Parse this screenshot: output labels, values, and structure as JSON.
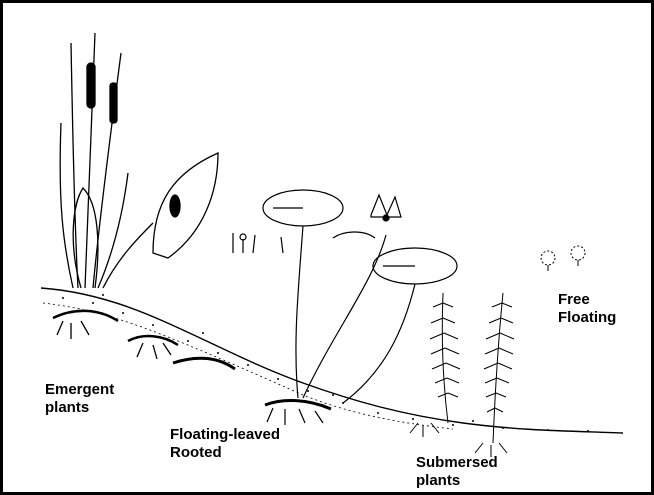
{
  "labels": {
    "emergent": {
      "line1": "Emergent",
      "line2": "plants"
    },
    "floating_leaved": {
      "line1": "Floating-leaved",
      "line2": "Rooted"
    },
    "submersed": {
      "line1": "Submersed",
      "line2": "plants"
    },
    "free_floating": {
      "line1": "Free",
      "line2": "Floating"
    }
  },
  "colors": {
    "ink": "#000000",
    "background": "#ffffff"
  }
}
